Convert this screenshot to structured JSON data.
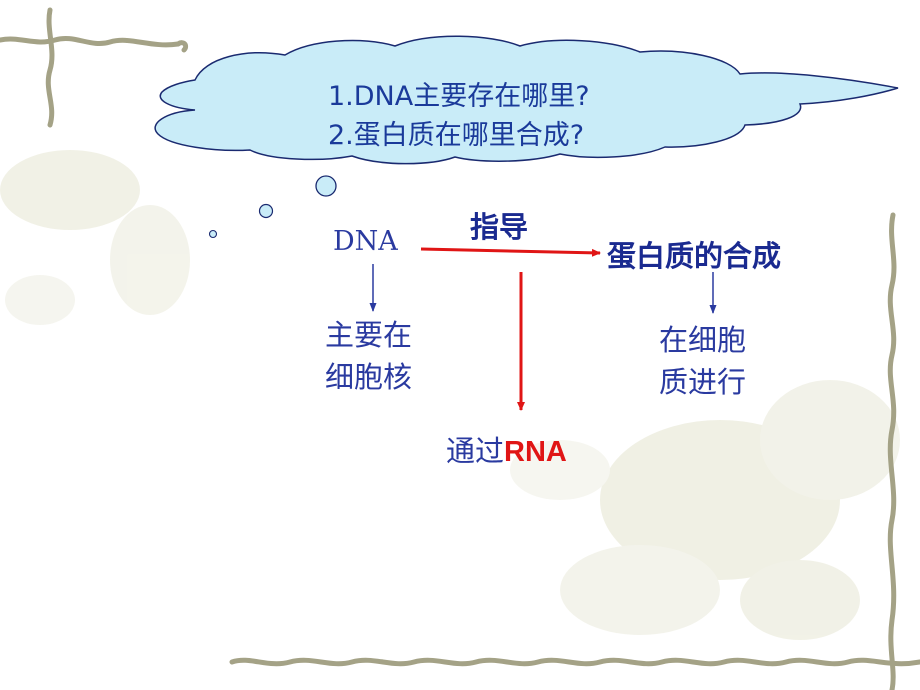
{
  "cloud": {
    "line1": "1.DNA主要存在哪里?",
    "line2": "2.蛋白质在哪里合成?"
  },
  "diagram": {
    "dna": "DNA",
    "guide_label": "指导",
    "protein_synthesis": "蛋白质的合成",
    "dna_location_line1": "主要在",
    "dna_location_line2": "细胞核",
    "protein_location_line1": "在细胞",
    "protein_location_line2": "质进行",
    "via_prefix": "通过",
    "via_rna": "RNA"
  },
  "colors": {
    "cloud_fill": "#c9ecf8",
    "cloud_stroke": "#1a2a70",
    "text_blue": "#2a3aa0",
    "arrow_red": "#e01515",
    "rna_red": "#e01515",
    "vine": "#a4a286"
  }
}
